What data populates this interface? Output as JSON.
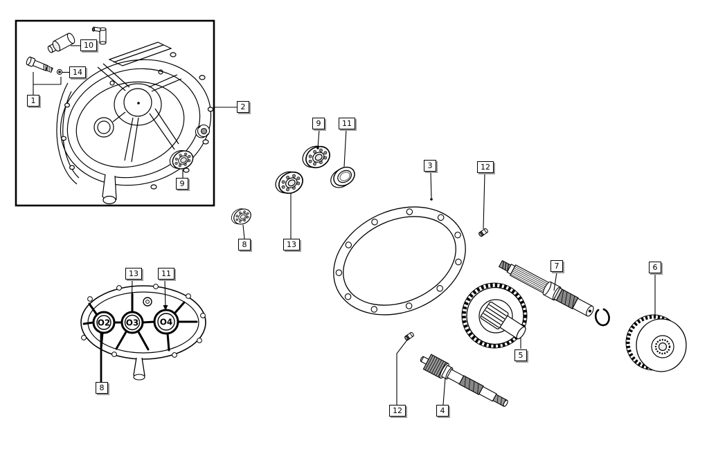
{
  "diagram": {
    "callouts": {
      "c1": "1",
      "c2": "2",
      "c3": "3",
      "c4": "4",
      "c5": "5",
      "c6": "6",
      "c7": "7",
      "c8_main": "8",
      "c8_case": "8",
      "c9_inset": "9",
      "c9_main": "9",
      "c10": "10",
      "c11_main": "11",
      "c11_case": "11",
      "c12_gasket": "12",
      "c12_shaft": "12",
      "c13_main": "13",
      "c13_case": "13",
      "c14": "14"
    },
    "case_markings": {
      "o2": "O2",
      "o3": "O3",
      "o4": "O4"
    },
    "colors": {
      "background": "#ffffff",
      "line": "#000000",
      "label_face": "#fcfcfc",
      "label_border": "#000000",
      "label_shadow": "#9a9a9a",
      "shading": "#8a8a8a"
    }
  }
}
